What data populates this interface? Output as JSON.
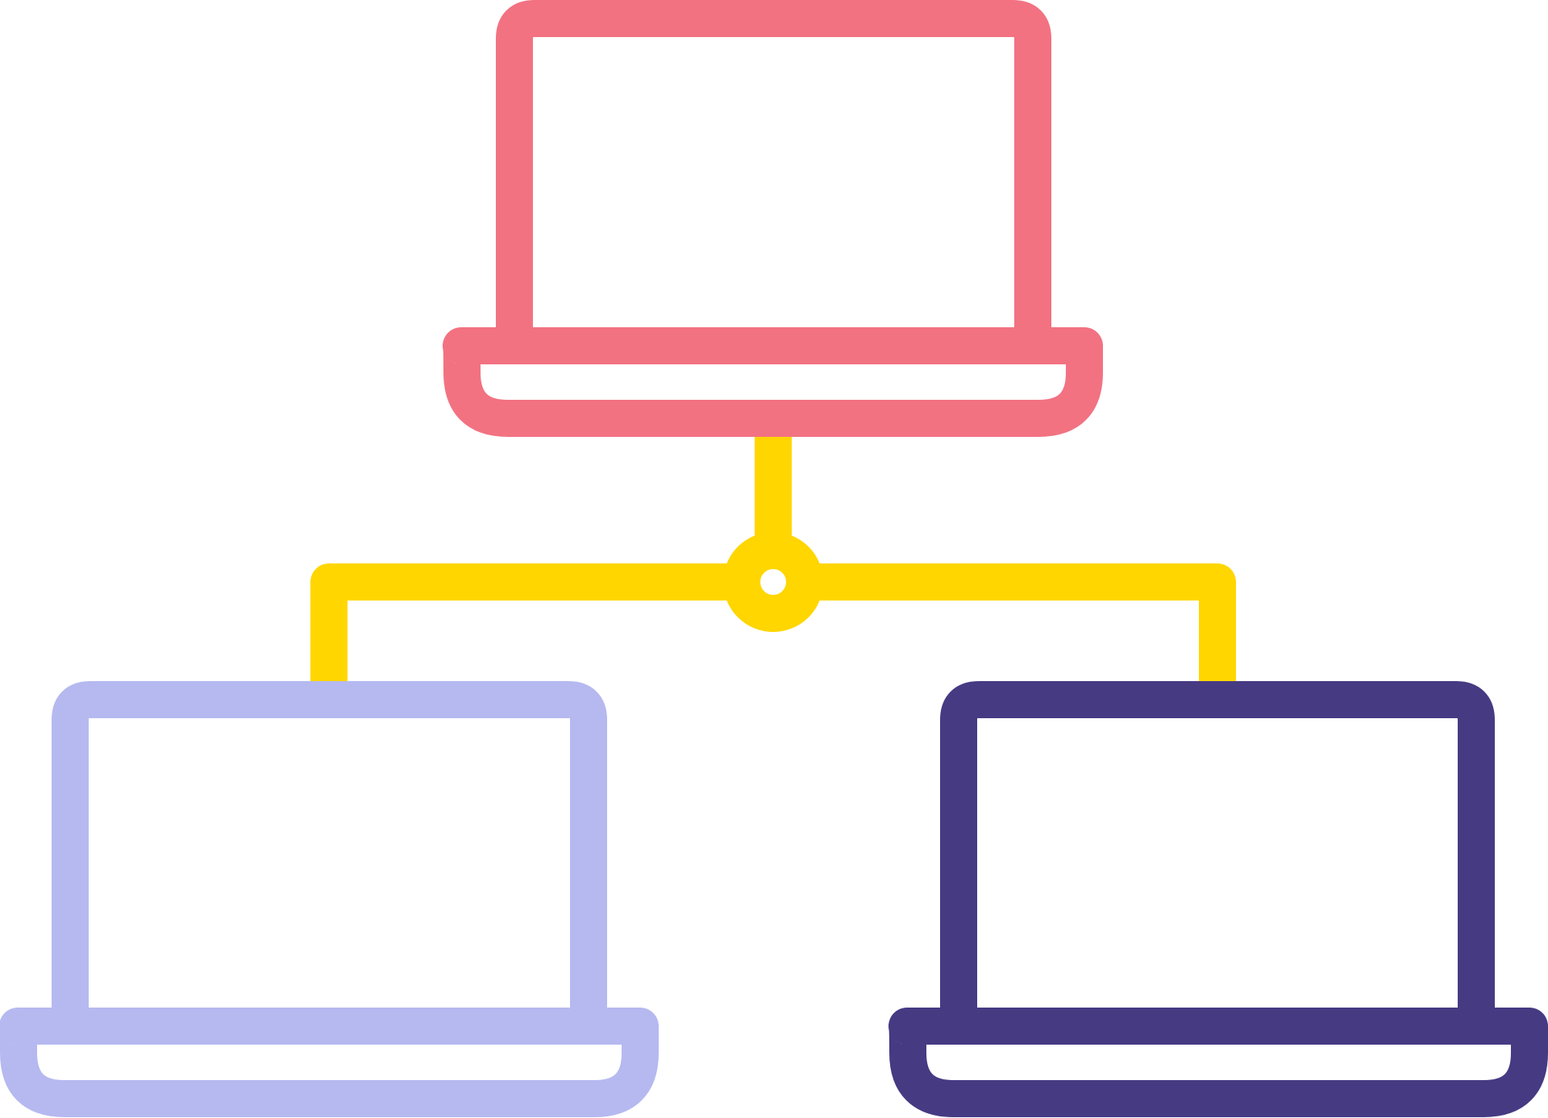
{
  "illustration": {
    "icon_name": "network-laptops-icon",
    "colors": {
      "top_laptop": "#F27282",
      "connector": "#FFD600",
      "left_laptop": "#B5B9F0",
      "right_laptop": "#463A83",
      "background": "#FFFFFF"
    },
    "nodes": [
      {
        "id": "top-laptop",
        "icon": "laptop-icon",
        "color_key": "top_laptop"
      },
      {
        "id": "left-laptop",
        "icon": "laptop-icon",
        "color_key": "left_laptop"
      },
      {
        "id": "right-laptop",
        "icon": "laptop-icon",
        "color_key": "right_laptop"
      }
    ],
    "connector": {
      "icon": "network-hub-icon",
      "color_key": "connector"
    }
  }
}
